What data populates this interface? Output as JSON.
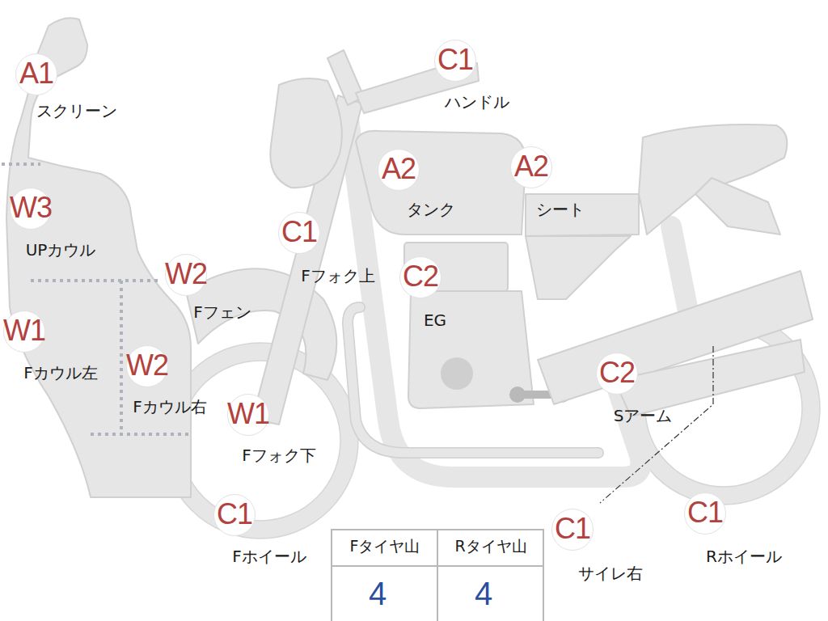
{
  "diagram": {
    "nodes": [
      {
        "text": [
          "A1",
          "スクリーン"
        ]
      },
      {
        "text": [
          "C1",
          "ハンドル"
        ]
      },
      {
        "text": [
          "A2",
          "タンク"
        ]
      },
      {
        "text": [
          "A2",
          "シート"
        ]
      },
      {
        "text": [
          "W3",
          "UPカウル"
        ]
      },
      {
        "text": [
          "C1",
          "Fフォク上"
        ]
      },
      {
        "text": [
          "W2",
          "Fフェン"
        ]
      },
      {
        "text": [
          "C2",
          "EG"
        ]
      },
      {
        "text": [
          "W1",
          "Fカウル左"
        ]
      },
      {
        "text": [
          "W2",
          "Fカウル右"
        ]
      },
      {
        "text": [
          "C2",
          "Sアーム"
        ]
      },
      {
        "text": [
          "W1",
          "Fフォク下"
        ]
      },
      {
        "text": [
          "C1",
          "Fホイール"
        ]
      },
      {
        "text": [
          "C1",
          "サイレ右"
        ]
      },
      {
        "text": [
          "C1",
          "Rホイール"
        ]
      }
    ],
    "labels": [
      "Fタイヤ山",
      "Rタイヤ山",
      "4",
      "4"
    ]
  }
}
